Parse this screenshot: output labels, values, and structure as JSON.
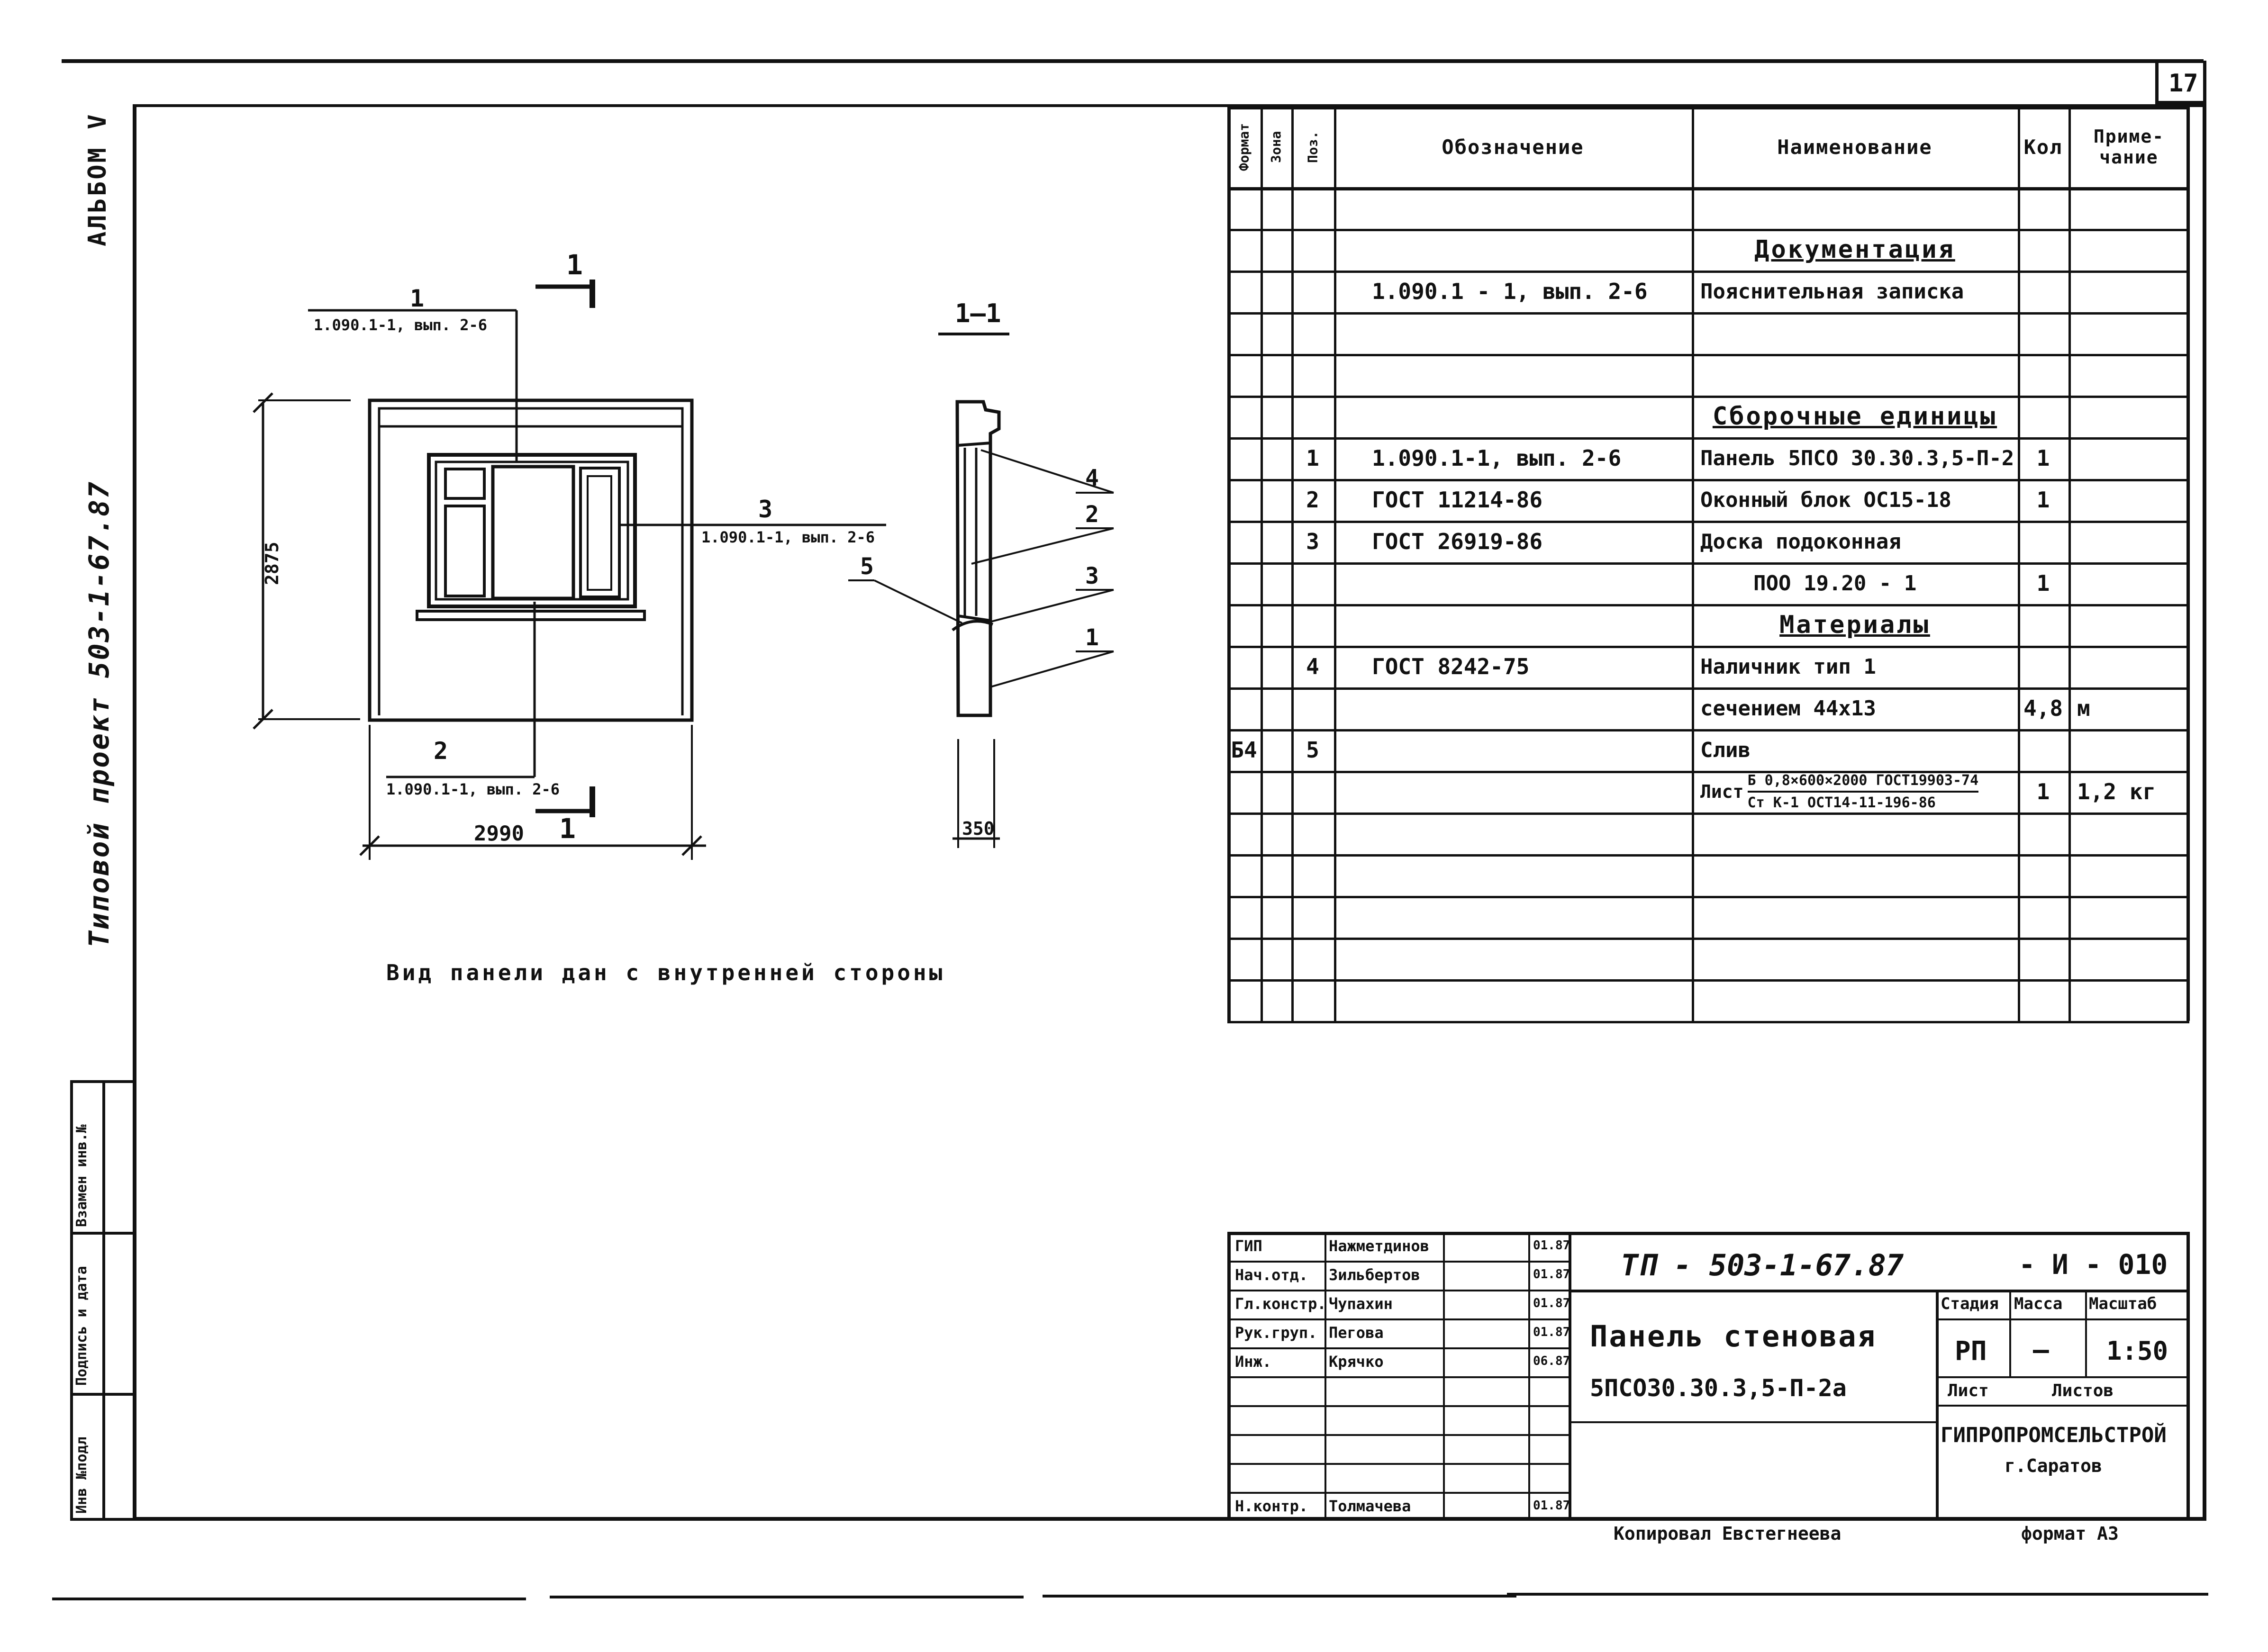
{
  "sheet": {
    "sheet_number": "17",
    "album_label": "АЛЬБОМ V",
    "project_vertical": "Типовой проект 503-1-67.87",
    "side_stamps": [
      "Взамен инв.№",
      "Подпись и дата",
      "Инв №подл"
    ]
  },
  "drawing": {
    "section_mark": "1",
    "section_title": "1–1",
    "callouts": [
      {
        "num": "1",
        "ref": "1.090.1-1, вып. 2-6"
      },
      {
        "num": "2",
        "ref": "1.090.1-1, вып. 2-6"
      },
      {
        "num": "3",
        "ref": "1.090.1-1, вып. 2-6"
      }
    ],
    "dim_height": "2875",
    "dim_width": "2990",
    "dim_thickness": "350",
    "section_labels": [
      "4",
      "2",
      "3",
      "5",
      "1"
    ],
    "caption": "Вид панели дан с внутренней стороны"
  },
  "spec": {
    "headers": {
      "format": "Формат",
      "zone": "Зона",
      "pos": "Поз.",
      "designation": "Обозначение",
      "name": "Наименование",
      "qty": "Кол",
      "note": "Приме-\nчание"
    },
    "rows": [
      {
        "format": "",
        "pos": "",
        "designation": "",
        "name": "",
        "qty": "",
        "note": "",
        "kind": "blank"
      },
      {
        "format": "",
        "pos": "",
        "designation": "",
        "name": "Документация",
        "qty": "",
        "note": "",
        "kind": "heading"
      },
      {
        "format": "",
        "pos": "",
        "designation": "1.090.1 - 1, вып. 2-6",
        "name": "Пояснительная записка",
        "qty": "",
        "note": "",
        "kind": "row"
      },
      {
        "format": "",
        "pos": "",
        "designation": "",
        "name": "",
        "qty": "",
        "note": "",
        "kind": "blank"
      },
      {
        "format": "",
        "pos": "",
        "designation": "",
        "name": "",
        "qty": "",
        "note": "",
        "kind": "blank"
      },
      {
        "format": "",
        "pos": "",
        "designation": "",
        "name": "Сборочные единицы",
        "qty": "",
        "note": "",
        "kind": "heading"
      },
      {
        "format": "",
        "pos": "1",
        "designation": "1.090.1-1, вып. 2-6",
        "name": "Панель 5ПСО 30.30.3,5-П-2",
        "qty": "1",
        "note": "",
        "kind": "row"
      },
      {
        "format": "",
        "pos": "2",
        "designation": "ГОСТ 11214-86",
        "name": "Оконный блок ОС15-18",
        "qty": "1",
        "note": "",
        "kind": "row"
      },
      {
        "format": "",
        "pos": "3",
        "designation": "ГОСТ 26919-86",
        "name": "Доска подоконная",
        "qty": "",
        "note": "",
        "kind": "row"
      },
      {
        "format": "",
        "pos": "",
        "designation": "",
        "name": "ПОО 19.20 - 1",
        "qty": "1",
        "note": "",
        "kind": "row-indent"
      },
      {
        "format": "",
        "pos": "",
        "designation": "",
        "name": "Материалы",
        "qty": "",
        "note": "",
        "kind": "heading"
      },
      {
        "format": "",
        "pos": "4",
        "designation": "ГОСТ 8242-75",
        "name": "Наличник тип 1",
        "qty": "",
        "note": "",
        "kind": "row"
      },
      {
        "format": "",
        "pos": "",
        "designation": "",
        "name": "сечением 44x13",
        "qty": "4,8",
        "note": "м",
        "kind": "row"
      },
      {
        "format": "Б4",
        "pos": "5",
        "designation": "",
        "name": "Слив",
        "qty": "",
        "note": "",
        "kind": "row"
      },
      {
        "format": "",
        "pos": "",
        "designation": "",
        "name": "",
        "qty": "1",
        "note": "1,2 кг",
        "kind": "frac",
        "frac_prefix": "Лист",
        "frac_top": "Б 0,8×600×2000 ГОСТ19903-74",
        "frac_bottom": "Ст К-1 ОСТ14-11-196-86"
      },
      {
        "format": "",
        "pos": "",
        "designation": "",
        "name": "",
        "qty": "",
        "note": "",
        "kind": "blank"
      },
      {
        "format": "",
        "pos": "",
        "designation": "",
        "name": "",
        "qty": "",
        "note": "",
        "kind": "blank"
      },
      {
        "format": "",
        "pos": "",
        "designation": "",
        "name": "",
        "qty": "",
        "note": "",
        "kind": "blank"
      },
      {
        "format": "",
        "pos": "",
        "designation": "",
        "name": "",
        "qty": "",
        "note": "",
        "kind": "blank"
      },
      {
        "format": "",
        "pos": "",
        "designation": "",
        "name": "",
        "qty": "",
        "note": "",
        "kind": "blank"
      }
    ]
  },
  "title_block": {
    "roles": [
      "ГИП",
      "Нач.отд.",
      "Гл.констр.",
      "Рук.груп.",
      "Инж.",
      "",
      "",
      "",
      "",
      "Н.контр."
    ],
    "names": [
      "Нажметдинов",
      "Зильбертов",
      "Чупахин",
      "Пегова",
      "Крячко",
      "",
      "",
      "",
      "",
      "Толмачева"
    ],
    "dates": [
      "01.87",
      "01.87",
      "01.87",
      "01.87",
      "06.87",
      "",
      "",
      "",
      "",
      "01.87"
    ],
    "doc_code": "ТП - 503-1-67.87",
    "doc_suffix": "- И - 010",
    "name_line1": "Панель стеновая",
    "name_line2": "5ПСО30.30.3,5-П-2а",
    "stage_label": "Стадия",
    "mass_label": "Масса",
    "scale_label": "Масштаб",
    "stage": "РП",
    "mass": "—",
    "scale": "1:50",
    "sheet_label": "Лист",
    "sheets_label": "Листов",
    "org": "ГИПРОПРОМСЕЛЬСТРОЙ",
    "city": "г.Саратов"
  },
  "footer": {
    "copied": "Копировал Евстегнеева",
    "format": "формат А3"
  }
}
